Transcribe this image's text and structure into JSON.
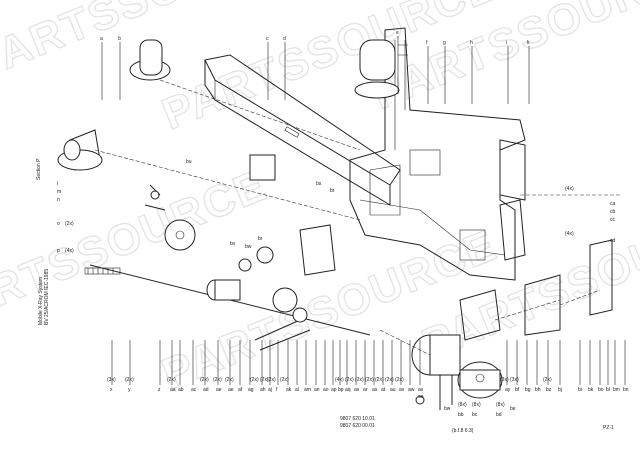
{
  "watermark": "PARTSSOURCE",
  "section_label": "Section P",
  "title_lines": [
    "Mobile X-Ray System",
    "BV 25/ACROM IEC-1985"
  ],
  "part_numbers": [
    "9807 620 10.01",
    "9807 620 00.01"
  ],
  "bottom_note": "(b.f.8 6.3)",
  "page_id": "PZ-1",
  "top_labels": [
    "a",
    "b",
    "c",
    "d",
    "e",
    "f",
    "g",
    "h",
    "i",
    "k"
  ],
  "left_labels": [
    "l",
    "m",
    "n",
    "o",
    "p"
  ],
  "left_qty": [
    "(2x)",
    "(4x)"
  ],
  "right_labels": [
    "ca",
    "cb",
    "cc",
    "cd"
  ],
  "right_qty": [
    "(4x)",
    "(4x)"
  ],
  "mid_labels": [
    "bu",
    "bv",
    "bw",
    "br",
    "bs",
    "bt"
  ],
  "bottom_labels": [
    "x",
    "y",
    "z",
    "aa",
    "ab",
    "ac",
    "ad",
    "ae",
    "ae",
    "af",
    "ag",
    "ah",
    "aj",
    "f",
    "ak",
    "al",
    "am",
    "an",
    "ao",
    "ap",
    "bp",
    "aq",
    "as",
    "ar",
    "as",
    "at",
    "au",
    "av",
    "aw",
    "ax",
    "ay",
    "bf",
    "bg",
    "bh",
    "bz",
    "bj",
    "bi",
    "bk",
    "bo",
    "bl",
    "bm",
    "bn"
  ],
  "bottom_qty": [
    "(3x)",
    "(2x)",
    "(2x)",
    "(2x)",
    "(2x)",
    "(2x)",
    "(2x)",
    "(2x)",
    "(2x)",
    "(2x)",
    "(4x)",
    "(2x)",
    "(2x)",
    "(2x)",
    "(2x)",
    "(2x)",
    "(2x)",
    "(3x)",
    "(3x)",
    "(2x)"
  ],
  "lower_labels": [
    "aa",
    "bw",
    "bb",
    "bc",
    "bd",
    "be"
  ],
  "lower_qty": [
    "(8x)",
    "(8x)",
    "(8x)"
  ]
}
